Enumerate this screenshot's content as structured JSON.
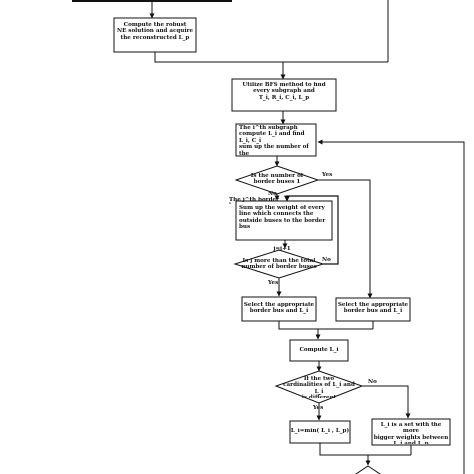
{
  "nodes": {
    "n_robust": "Compute the robust\nNE solution and acquire\nthe reconstructed L_p",
    "n_bfs": "Utilize BFS method to find\nevery subgraph and\nT_i, R_i, C_i, L_p",
    "n_ith": "The i^th subgraph\ncompute L_i and find L_i, C_i\nsum up the number of the\nborder buses",
    "d_border1": "Is the number of\nborder buses 1",
    "n_jth_title": "The j^th border bus",
    "n_sumweight": "Sum up the weight of every\nline which connects the\noutside buses to the border\nbus",
    "n_jj1": "j=j+1",
    "d_jmore": "Is j more than the total\nnumber of border buses",
    "n_select_left": "Select the appropriate\nborder bus and L_i",
    "n_select_right": "Select the appropriate\nborder bus and L_i",
    "n_compute": "Compute L_i",
    "d_card": "If the two\ncardinalities of L_i and L_i\nis different",
    "n_min": "L_i=min( L_i , L_p)",
    "n_set": "L_i is a set with the more\nbigger weights between\nL_i and L_p"
  },
  "edge_labels": {
    "yes1": "Yes",
    "no1": "No",
    "no2": "No",
    "yes2": "Yes",
    "yes3": "Yes",
    "no3": "No"
  }
}
